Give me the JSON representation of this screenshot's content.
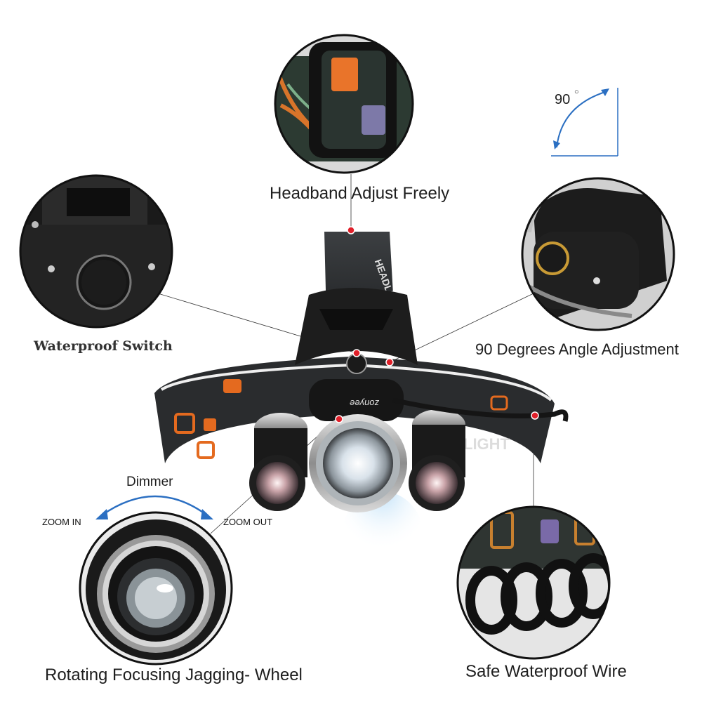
{
  "labels": {
    "headband": "Headband Adjust Freely",
    "switch": "Waterproof Switch",
    "angle": "90 Degrees Angle Adjustment",
    "dimmer": "Dimmer",
    "zoom_in": "ZOOM IN",
    "zoom_out": "ZOOM OUT",
    "wheel": "Rotating Focusing Jagging- Wheel",
    "wire": "Safe Waterproof Wire",
    "angle_value": "90",
    "degree_symbol": "○"
  },
  "product_text": {
    "strap_text": "HEADLIGHT",
    "strap_text_right": "LIGHT",
    "brand": "zonyee"
  },
  "colors": {
    "accent_arrow": "#2b6fc2",
    "marker": "#e0202a",
    "strap_orange": "#e46a1f",
    "metal_dark": "#1a1a1a"
  }
}
